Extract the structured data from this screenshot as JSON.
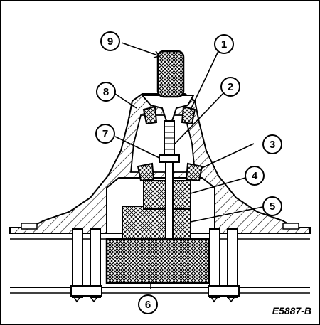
{
  "diagram": {
    "figure_code": "E5887-B",
    "callouts": [
      "9",
      "1",
      "8",
      "2",
      "7",
      "3",
      "4",
      "5",
      "6"
    ],
    "colors": {
      "ink": "#000000",
      "paper": "#ffffff",
      "hatch_light": "#dddddd"
    }
  }
}
